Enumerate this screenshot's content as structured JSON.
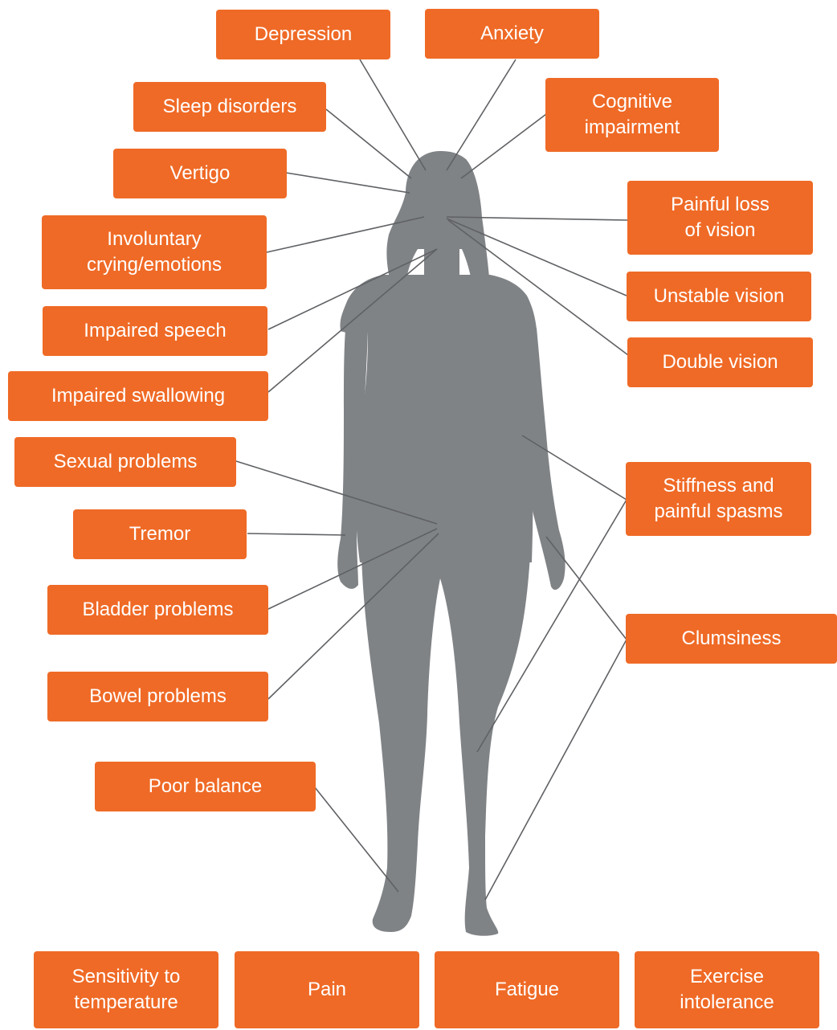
{
  "colors": {
    "box_fill": "#ef6a26",
    "box_text": "#ffffff",
    "silhouette": "#808386",
    "connector": "#5f6164",
    "background": "#ffffff"
  },
  "figure": {
    "icon": "woman-silhouette-icon"
  },
  "symptoms": {
    "depression": "Depression",
    "anxiety": "Anxiety",
    "sleep_disorders": "Sleep disorders",
    "cognitive_impairment": "Cognitive\nimpairment",
    "vertigo": "Vertigo",
    "involuntary_crying": "Involuntary\ncrying/emotions",
    "painful_loss_of_vision": "Painful loss\nof vision",
    "unstable_vision": "Unstable vision",
    "impaired_speech": "Impaired speech",
    "double_vision": "Double vision",
    "impaired_swallowing": "Impaired swallowing",
    "sexual_problems": "Sexual problems",
    "stiffness_spasms": "Stiffness and\npainful spasms",
    "tremor": "Tremor",
    "bladder_problems": "Bladder problems",
    "clumsiness": "Clumsiness",
    "bowel_problems": "Bowel problems",
    "poor_balance": "Poor balance"
  },
  "general": {
    "sensitivity_temperature": "Sensitivity to\ntemperature",
    "pain": "Pain",
    "fatigue": "Fatigue",
    "exercise_intolerance": "Exercise\nintolerance"
  }
}
